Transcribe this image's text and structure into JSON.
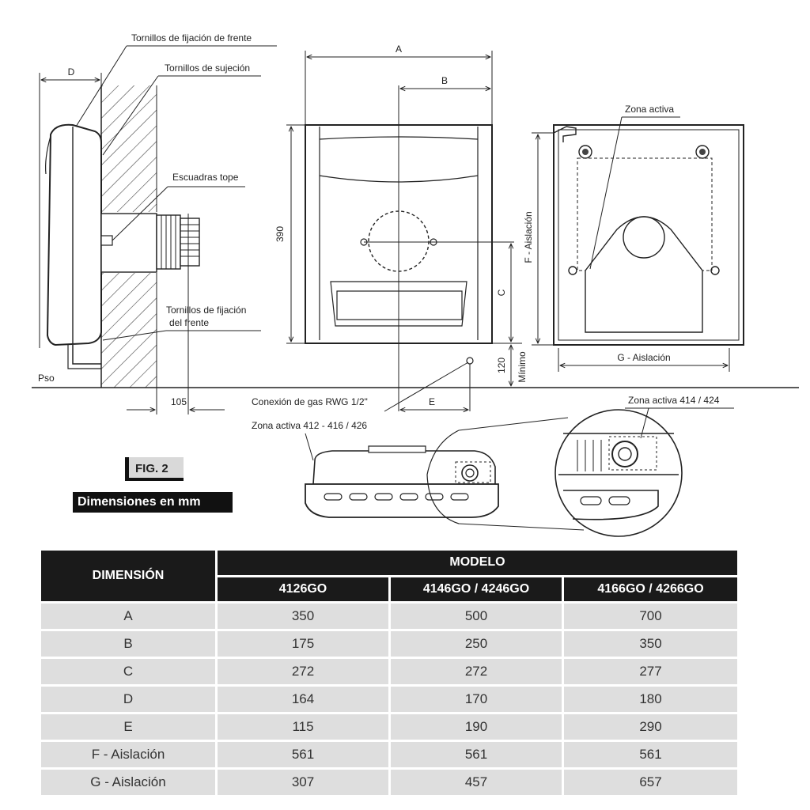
{
  "labels": {
    "tornillos_fijacion_frente_top": "Tornillos de fijación de frente",
    "tornillos_sujecion": "Tornillos de sujeción",
    "escuadras_tope": "Escuadras tope",
    "tornillos_fijacion_frente_bottom_1": "Tornillos de fijación",
    "tornillos_fijacion_frente_bottom_2": "del frente",
    "piso": "Pso",
    "zona_activa": "Zona activa",
    "f_aislacion": "F - Aislación",
    "g_aislacion": "G - Aislación",
    "minimo": "Mínimo",
    "conexion_gas": "Conexión de gas RWG 1/2\"",
    "zona_activa_412": "Zona activa 412 - 416 / 426",
    "zona_activa_414": "Zona activa 414 / 424"
  },
  "dimensions": {
    "a": "A",
    "b": "B",
    "c": "C",
    "d": "D",
    "e": "E",
    "h390": "390",
    "v120": "120",
    "w105": "105"
  },
  "figure": {
    "title": "FIG. 2",
    "units": "Dimensiones en mm"
  },
  "table": {
    "dimension_header": "DIMENSIÓN",
    "model_header": "MODELO",
    "models": [
      "4126GO",
      "4146GO / 4246GO",
      "4166GO / 4266GO"
    ],
    "rows": [
      {
        "name": "A",
        "values": [
          "350",
          "500",
          "700"
        ]
      },
      {
        "name": "B",
        "values": [
          "175",
          "250",
          "350"
        ]
      },
      {
        "name": "C",
        "values": [
          "272",
          "272",
          "277"
        ]
      },
      {
        "name": "D",
        "values": [
          "164",
          "170",
          "180"
        ]
      },
      {
        "name": "E",
        "values": [
          "115",
          "190",
          "290"
        ]
      },
      {
        "name": "F - Aislación",
        "values": [
          "561",
          "561",
          "561"
        ]
      },
      {
        "name": "G - Aislación",
        "values": [
          "307",
          "457",
          "657"
        ]
      }
    ]
  }
}
